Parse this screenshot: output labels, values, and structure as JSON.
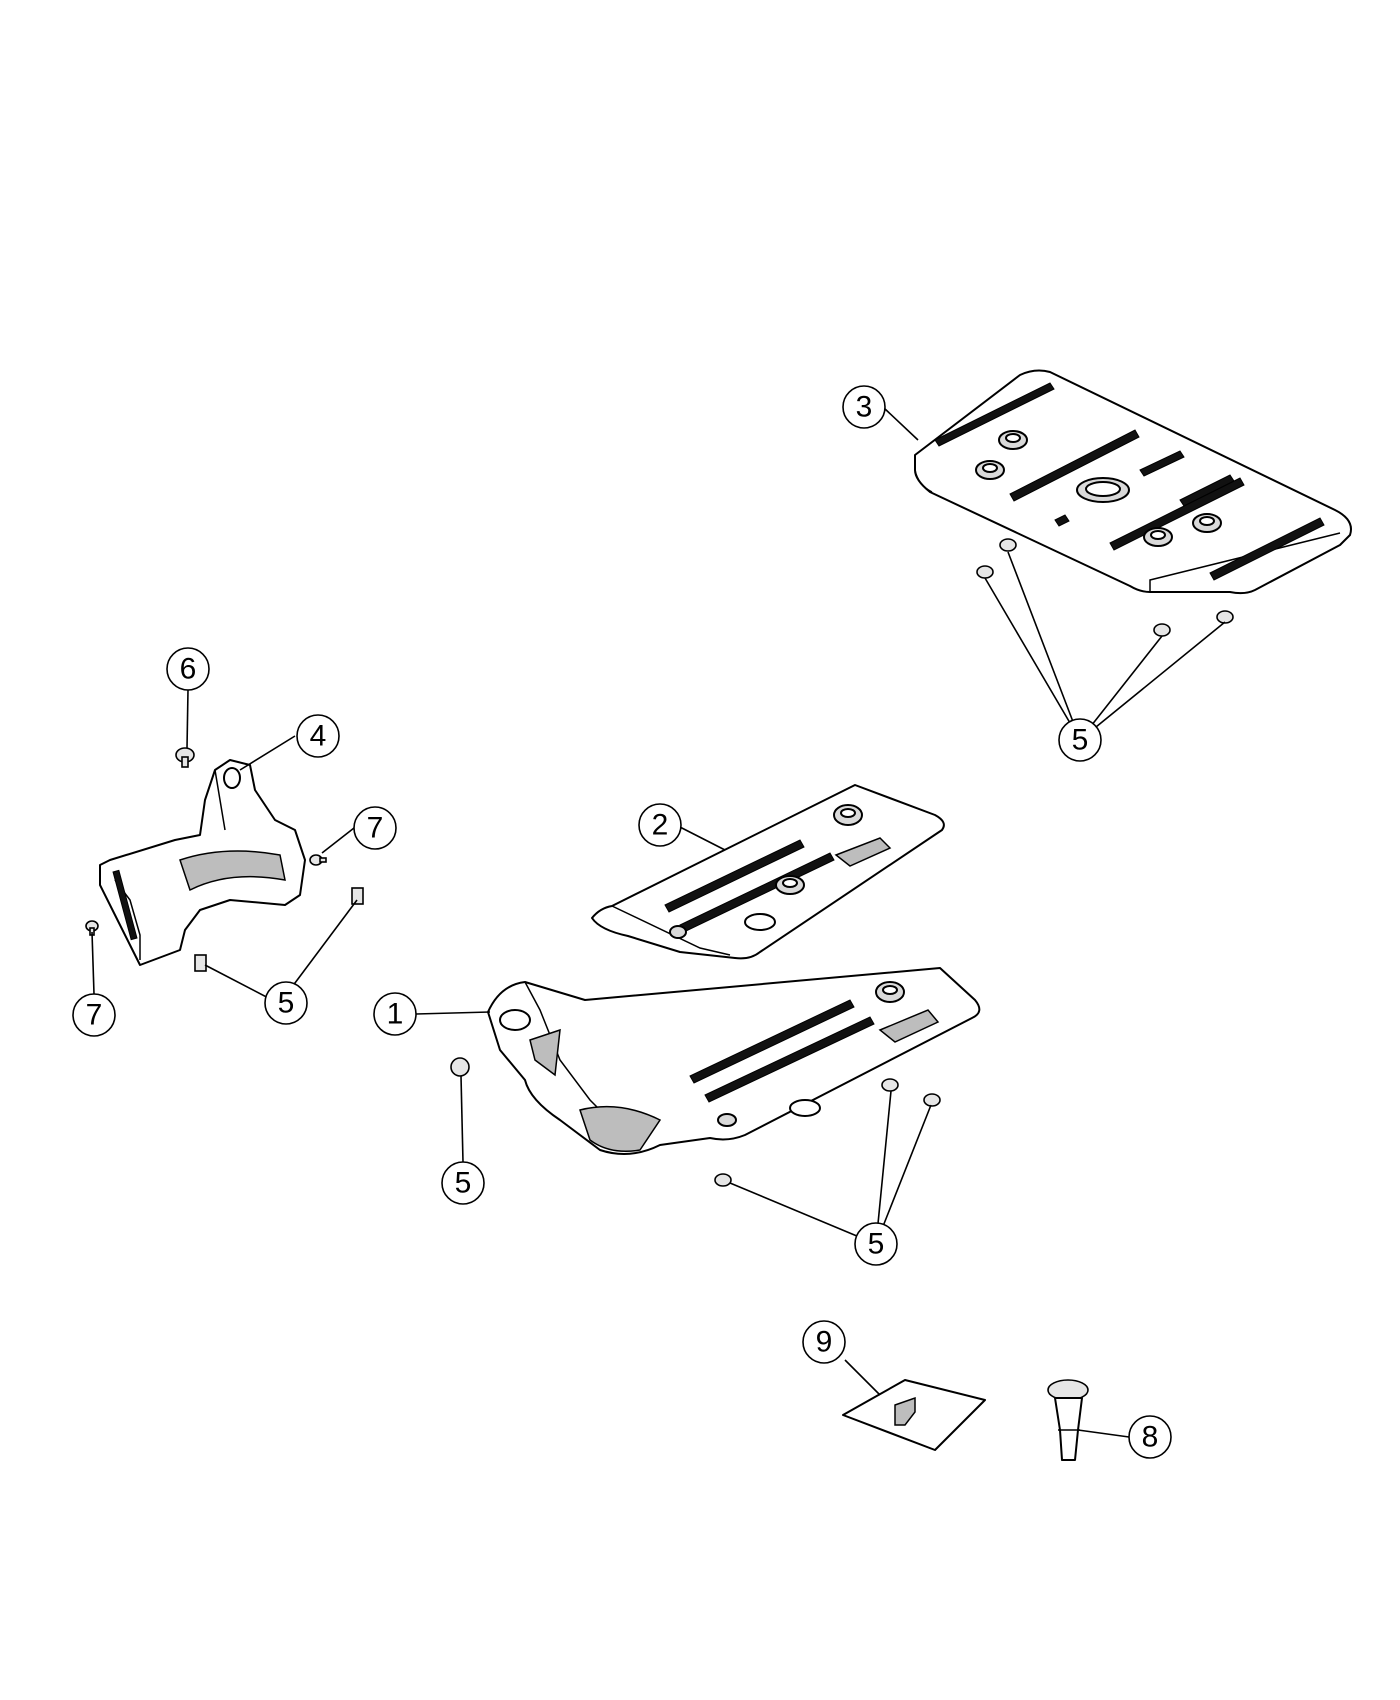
{
  "diagram": {
    "callouts": [
      {
        "id": "c1",
        "label": "1"
      },
      {
        "id": "c2",
        "label": "2"
      },
      {
        "id": "c3",
        "label": "3"
      },
      {
        "id": "c4",
        "label": "4"
      },
      {
        "id": "c5a",
        "label": "5"
      },
      {
        "id": "c5b",
        "label": "5"
      },
      {
        "id": "c5c",
        "label": "5"
      },
      {
        "id": "c5d",
        "label": "5"
      },
      {
        "id": "c6",
        "label": "6"
      },
      {
        "id": "c7a",
        "label": "7"
      },
      {
        "id": "c7b",
        "label": "7"
      },
      {
        "id": "c8",
        "label": "8"
      },
      {
        "id": "c9",
        "label": "9"
      }
    ]
  }
}
